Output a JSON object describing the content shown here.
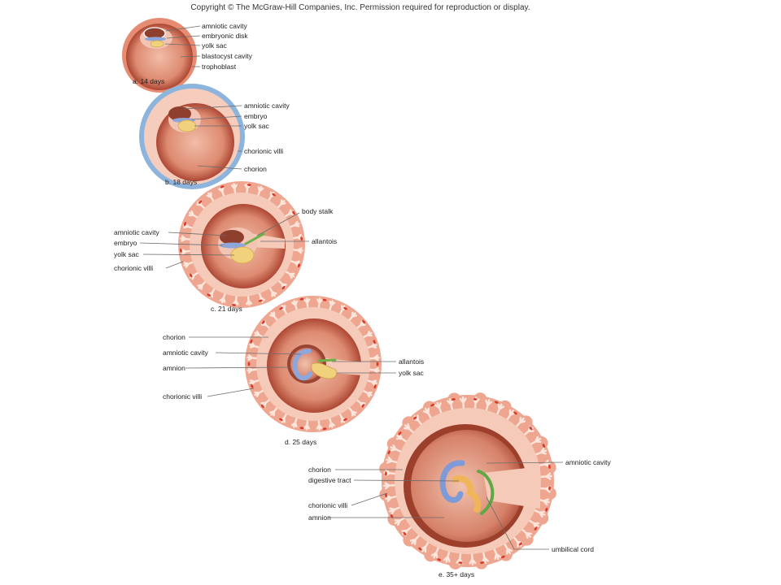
{
  "copyright": "Copyright © The McGraw-Hill Companies, Inc. Permission required for reproduction or display.",
  "stages": {
    "a": {
      "caption": "a. 14 days",
      "labels": [
        "amniotic cavity",
        "embryonic disk",
        "yolk sac",
        "blastocyst cavity",
        "trophoblast"
      ]
    },
    "b": {
      "caption": "b. 18 days",
      "labels": [
        "amniotic cavity",
        "embryo",
        "yolk sac",
        "chorionic villi",
        "chorion"
      ]
    },
    "c": {
      "caption": "c. 21 days",
      "labels": [
        "amniotic cavity",
        "embryo",
        "yolk sac",
        "chorionic villi",
        "body stalk",
        "allantois"
      ]
    },
    "d": {
      "caption": "d. 25 days",
      "labels": [
        "chorion",
        "amniotic cavity",
        "amnion",
        "chorionic villi",
        "allantois",
        "yolk sac"
      ]
    },
    "e": {
      "caption": "e. 35+ days",
      "labels": [
        "chorion",
        "digestive tract",
        "chorionic villi",
        "amnion",
        "amniotic cavity",
        "umbilical cord"
      ]
    }
  }
}
